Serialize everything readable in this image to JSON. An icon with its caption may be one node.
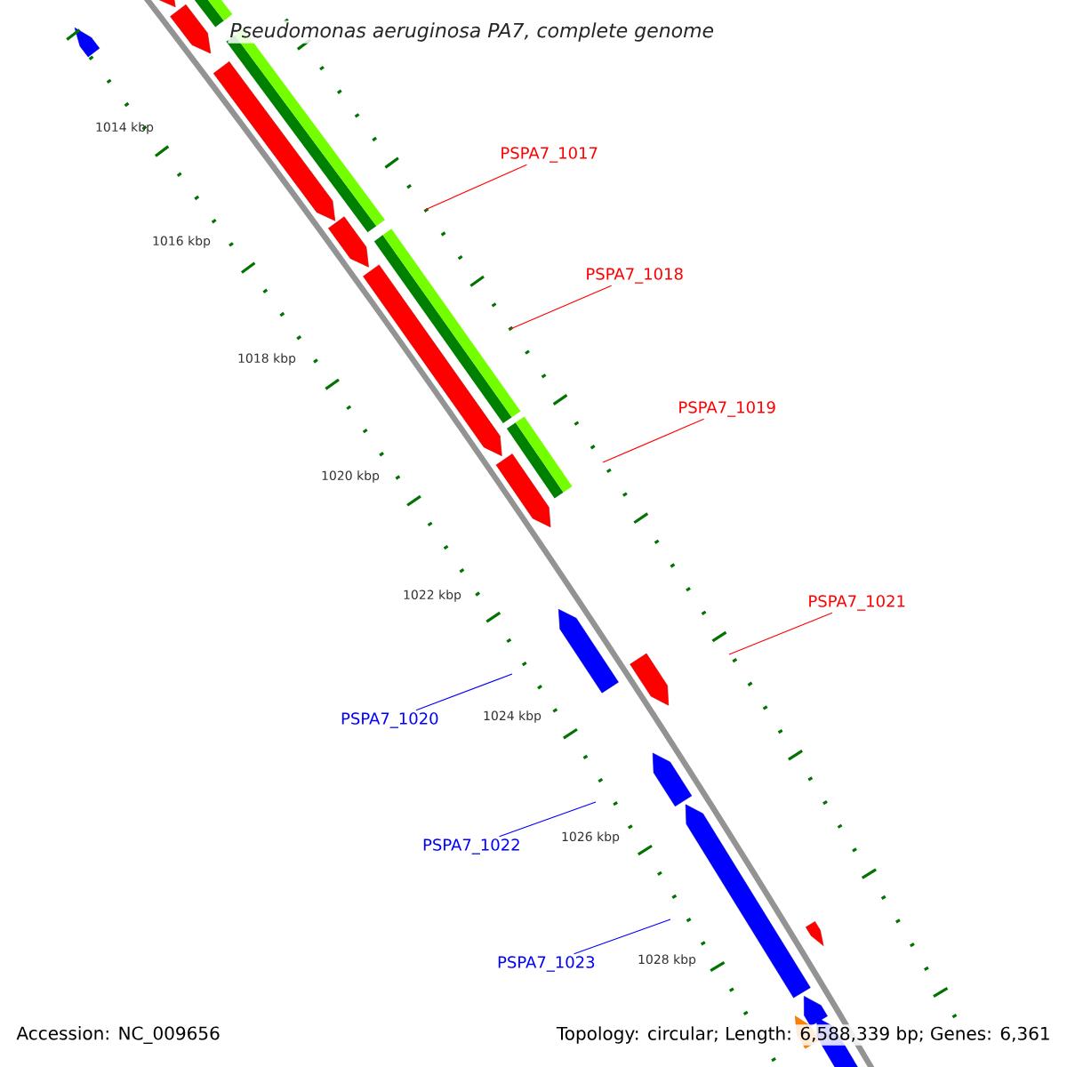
{
  "diagram": {
    "title": "Pseudomonas aeruginosa PA7, complete genome",
    "nodes": [
      {
        "text": [
          "PSPA7_1017"
        ]
      },
      {
        "text": [
          "PSPA7_1018"
        ]
      },
      {
        "text": [
          "PSPA7_1019"
        ]
      },
      {
        "text": [
          "PSPA7_1021"
        ]
      },
      {
        "text": [
          "PSPA7_1020"
        ]
      },
      {
        "text": [
          "PSPA7_1022"
        ]
      },
      {
        "text": [
          "PSPA7_1023"
        ]
      }
    ],
    "edges": [
      {
        "from": 0,
        "to": null,
        "arrow": "none"
      },
      {
        "from": 1,
        "to": null,
        "arrow": "none"
      },
      {
        "from": 2,
        "to": null,
        "arrow": "none"
      },
      {
        "from": 3,
        "to": null,
        "arrow": "none"
      },
      {
        "from": 4,
        "to": null,
        "arrow": "none",
        "color": "#0000ff"
      },
      {
        "from": 5,
        "to": null,
        "arrow": "none",
        "color": "#0000ff"
      },
      {
        "from": 6,
        "to": null,
        "arrow": "none",
        "color": "#0000ff"
      }
    ],
    "labels": [
      "1014 kbp",
      "1016 kbp",
      "1018 kbp",
      "1020 kbp",
      "1022 kbp",
      "1024 kbp",
      "1026 kbp",
      "1028 kbp",
      "Accession: NC_009656",
      "Topology: circular; Length: 6,588,339 bp; Genes: 6,361"
    ]
  }
}
